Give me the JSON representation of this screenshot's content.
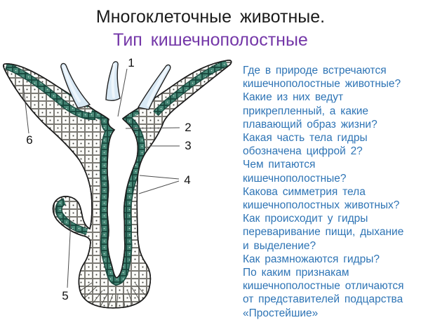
{
  "slide": {
    "title_line1": "Многоклеточные животные.",
    "title_line2": "Тип кишечнополостные"
  },
  "questions": [
    "Где в природе встречаются",
    "кишечнополостные животные?",
    "Какие из них ведут",
    "прикрепленный, а какие",
    "плавающий образ жизни?",
    "Какая часть тела гидры",
    "обозначена цифрой 2?",
    "Чем питаются",
    "кишечнополостные?",
    "Какова симметрия тела",
    "кишечнополостных животных?",
    "Как происходит у гидры",
    "переваривание пищи, дыхание",
    "и выделение?",
    "Как размножаются гидры?",
    "По каким признакам",
    "кишечнополостные отличаются",
    "от представителей подцарства",
    "«Простейшие»"
  ],
  "diagram": {
    "figure": "hydra-longitudinal-section",
    "labels": [
      {
        "text": "1"
      },
      {
        "text": "2"
      },
      {
        "text": "3"
      },
      {
        "text": "4"
      },
      {
        "text": "5"
      },
      {
        "text": "6"
      }
    ],
    "colors": {
      "endoderm": "#3e7e6e",
      "endoderm_dark": "#17463c",
      "ectoderm": "#fafaf7",
      "outline": "#1c1c1c",
      "tentacle": "#d9e9f5"
    }
  },
  "colors": {
    "title": "#1b1b1b",
    "subtitle": "#7437a8",
    "questions_text": "#2e74b5",
    "background": "#ffffff"
  }
}
